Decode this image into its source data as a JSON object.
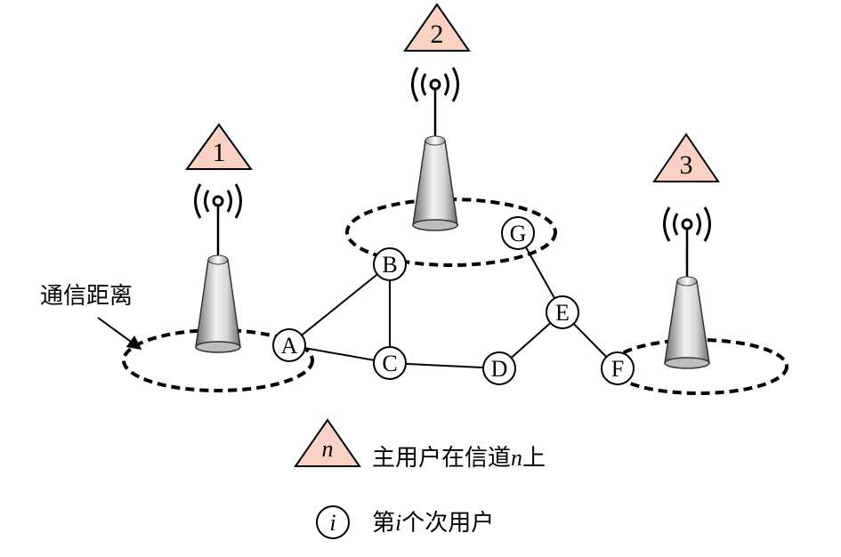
{
  "primary_users": [
    {
      "id": "1",
      "label": "1"
    },
    {
      "id": "2",
      "label": "2"
    },
    {
      "id": "3",
      "label": "3"
    }
  ],
  "secondary_users": [
    {
      "id": "A",
      "label": "A"
    },
    {
      "id": "B",
      "label": "B"
    },
    {
      "id": "C",
      "label": "C"
    },
    {
      "id": "D",
      "label": "D"
    },
    {
      "id": "E",
      "label": "E"
    },
    {
      "id": "F",
      "label": "F"
    },
    {
      "id": "G",
      "label": "G"
    }
  ],
  "links": [
    [
      "A",
      "B"
    ],
    [
      "A",
      "C"
    ],
    [
      "B",
      "C"
    ],
    [
      "C",
      "D"
    ],
    [
      "D",
      "E"
    ],
    [
      "E",
      "F"
    ],
    [
      "E",
      "G"
    ]
  ],
  "annotation": {
    "comm_range": "通信距离"
  },
  "legend": {
    "primary_symbol": "n",
    "primary_text": "主用户在信道",
    "primary_italic": "n",
    "primary_suffix": "上",
    "secondary_symbol": "i",
    "secondary_prefix": "第",
    "secondary_italic": "i",
    "secondary_text": "个次用户"
  }
}
